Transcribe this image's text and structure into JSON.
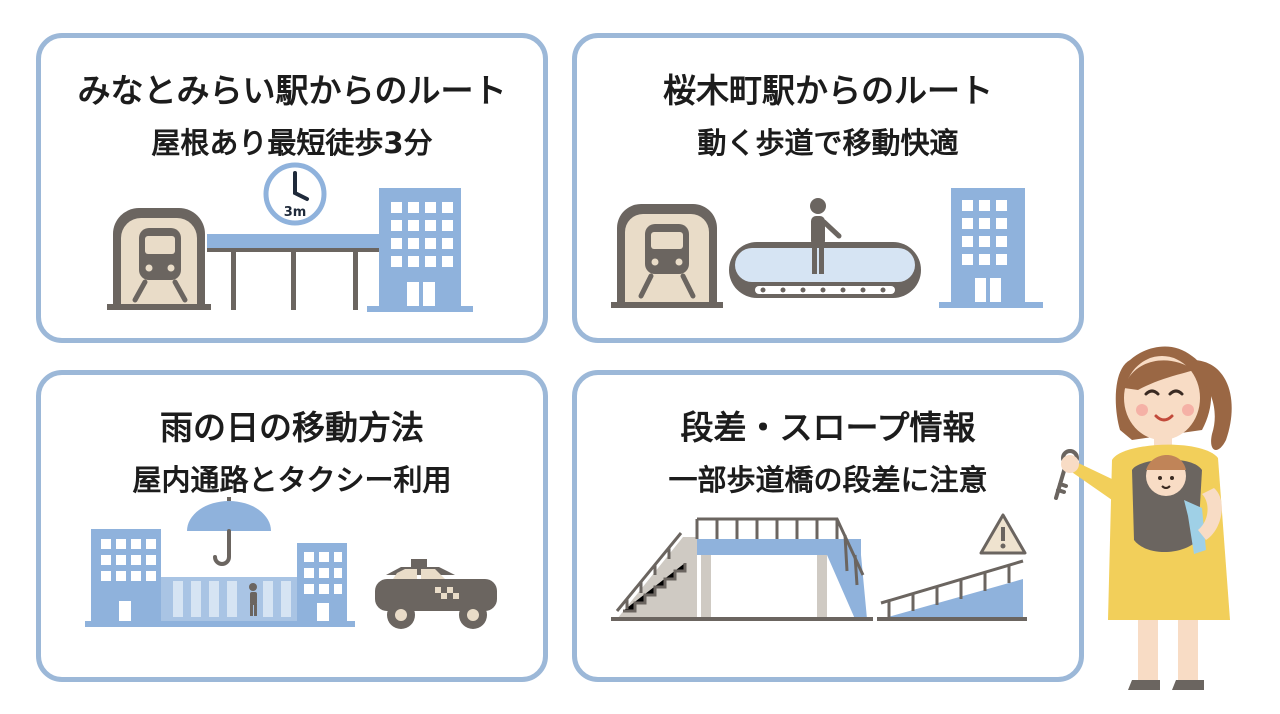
{
  "cards": [
    {
      "title": "みなとみらい駅からのルート",
      "subtitle": "屋根あり最短徒歩3分",
      "clock_label": "3m"
    },
    {
      "title": "桜木町駅からのルート",
      "subtitle": "動く歩道で移動快適"
    },
    {
      "title": "雨の日の移動方法",
      "subtitle": "屋内通路とタクシー利用"
    },
    {
      "title": "段差・スロープ情報",
      "subtitle": "一部歩道橋の段差に注意"
    }
  ],
  "colors": {
    "card_border": "#9cb8d8",
    "building_blue": "#8fb2dc",
    "window_white": "#ffffff",
    "gray_dark": "#6b6560",
    "beige": "#e9dcc8",
    "warning_beige": "#efe3cf"
  },
  "icons": [
    "train-station-icon",
    "covered-walkway-icon",
    "clock-icon",
    "office-building-icon",
    "moving-walkway-icon",
    "walking-person-icon",
    "umbrella-icon",
    "indoor-passage-icon",
    "taxi-icon",
    "pedestrian-bridge-icon",
    "ramp-icon",
    "warning-icon",
    "mother-with-baby-illustration"
  ]
}
